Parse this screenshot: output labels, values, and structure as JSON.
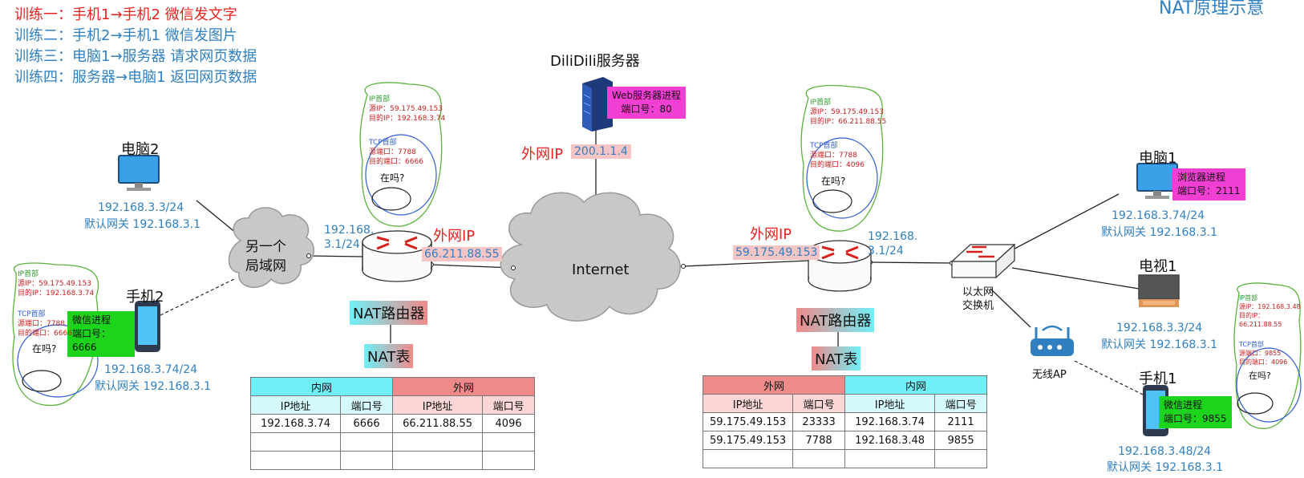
{
  "title": "NAT原理示意",
  "exercises": [
    {
      "text": "训练一：手机1→手机2 微信发文字",
      "color": "#e8231f"
    },
    {
      "text": "训练二：手机2→手机1 微信发图片",
      "color": "#2f7fc1"
    },
    {
      "text": "训练三：电脑1→服务器 请求网页数据",
      "color": "#2f7fc1"
    },
    {
      "text": "训练四：服务器→电脑1 返回网页数据",
      "color": "#2f7fc1"
    }
  ],
  "server": {
    "name": "DiliDili服务器",
    "process": "Web服务器进程",
    "port": "端口号：80",
    "wan_label": "外网IP",
    "wan_ip": "200.1.1.4"
  },
  "internet": "Internet",
  "left_lan": {
    "lan_cloud": "另一个\n局域网",
    "pc2": {
      "name": "电脑2",
      "ip": "192.168.3.3/24",
      "gateway": "默认网关 192.168.3.1"
    },
    "phone2": {
      "name": "手机2",
      "ip": "192.168.3.74/24",
      "gateway": "默认网关 192.168.3.1",
      "process": "微信进程",
      "port": "端口号：6666"
    },
    "router": {
      "lan_ip": "192.168.\n3.1/24",
      "wan_label": "外网IP",
      "wan_ip": "66.211.88.55",
      "name": "NAT路由器",
      "nat_label": "NAT表"
    },
    "nat_table": {
      "group_headers": [
        "内网",
        "外网"
      ],
      "columns": [
        "IP地址",
        "端口号",
        "IP地址",
        "端口号"
      ],
      "rows": [
        [
          "192.168.3.74",
          "6666",
          "66.211.88.55",
          "4096"
        ],
        [
          "",
          "",
          "",
          ""
        ],
        [
          "",
          "",
          "",
          ""
        ]
      ]
    }
  },
  "right_lan": {
    "router": {
      "lan_ip": "192.168.\n3.1/24",
      "wan_label": "外网IP",
      "wan_ip": "59.175.49.153",
      "name": "NAT路由器",
      "nat_label": "NAT表"
    },
    "switch": "以太网\n交换机",
    "ap": "无线AP",
    "pc1": {
      "name": "电脑1",
      "ip": "192.168.3.74/24",
      "gateway": "默认网关 192.168.3.1",
      "process": "浏览器进程",
      "port": "端口号：2111"
    },
    "tv1": {
      "name": "电视1",
      "ip": "192.168.3.3/24",
      "gateway": "默认网关 192.168.3.1"
    },
    "phone1": {
      "name": "手机1",
      "ip": "192.168.3.48/24",
      "gateway": "默认网关 192.168.3.1",
      "process": "微信进程",
      "port": "端口号：9855"
    },
    "nat_table": {
      "group_headers": [
        "外网",
        "内网"
      ],
      "columns": [
        "IP地址",
        "端口号",
        "IP地址",
        "端口号"
      ],
      "rows": [
        [
          "59.175.49.153",
          "23333",
          "192.168.3.74",
          "2111"
        ],
        [
          "59.175.49.153",
          "7788",
          "192.168.3.48",
          "9855"
        ],
        [
          "",
          "",
          "",
          ""
        ]
      ]
    }
  },
  "handwritten_notes": {
    "ip_header": "IP首部",
    "src_ip_prefix": "源IP：",
    "dst_ip_prefix": "目的IP：",
    "tcp_header": "TCP首部",
    "src_port_prefix": "源端口：",
    "dst_port_prefix": "目的端口：",
    "bubble": "在吗?",
    "notes": [
      {
        "src_ip": "59.175.49.153",
        "dst_ip": "192.168.3.74",
        "src_port": "7788",
        "dst_port": "6666"
      },
      {
        "src_ip": "59.175.49.153",
        "dst_ip": "192.168.3.74",
        "src_port": "7788",
        "dst_port": "6666"
      },
      {
        "src_ip": "59.175.49.153",
        "dst_ip": "66.211.88.55",
        "src_port": "7788",
        "dst_port": "4096"
      },
      {
        "src_ip": "192.168.3.48",
        "dst_ip": "66.211.88.55",
        "src_port": "9855",
        "dst_port": "4096"
      }
    ]
  },
  "colors": {
    "blue": "#2f7fc1",
    "red": "#e8231f",
    "magenta": "#f13fd4",
    "green": "#1bd41b",
    "cyan": "#6ff0f7",
    "pink": "#ef8a8a"
  }
}
